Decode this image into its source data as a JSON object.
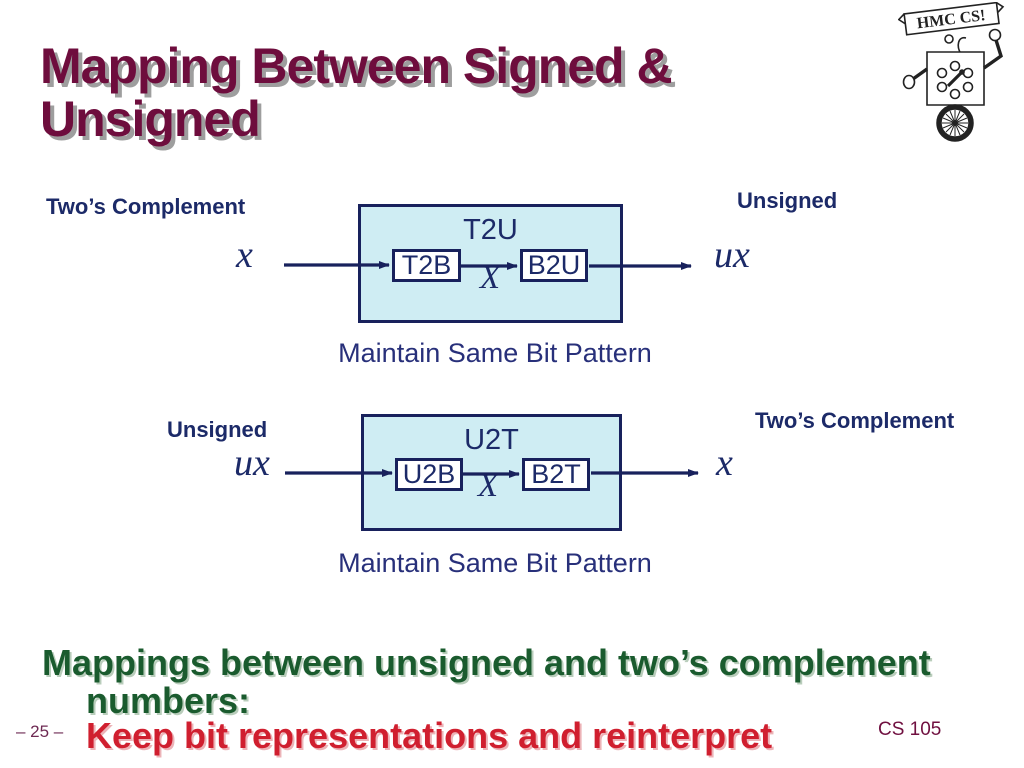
{
  "slide": {
    "title_line1": "Mapping Between Signed &",
    "title_line2": "Unsigned",
    "page_number": "– 25 –",
    "course_label": "CS 105",
    "logo_banner": "HMC CS!"
  },
  "diagrams": [
    {
      "left_label": "Two’s Complement",
      "right_label": "Unsigned",
      "input_var": "x",
      "output_var": "ux",
      "box_title": "T2U",
      "stage1_label": "T2B",
      "stage2_label": "B2U",
      "bits_var": "X",
      "caption": "Maintain Same Bit Pattern"
    },
    {
      "left_label": "Unsigned",
      "right_label": "Two’s Complement",
      "input_var": "ux",
      "output_var": "x",
      "box_title": "U2T",
      "stage1_label": "U2B",
      "stage2_label": "B2T",
      "bits_var": "X",
      "caption": "Maintain Same Bit Pattern"
    }
  ],
  "notes": {
    "heading_line1": "Mappings between unsigned and two’s complement",
    "heading_line2": "numbers:",
    "emphasis": "Keep bit representations and reinterpret"
  },
  "colors": {
    "title_maroon": "#6E0D3D",
    "diagram_navy": "#1C2A68",
    "box_border_navy": "#18215C",
    "box_fill_cyan": "#CFEDF3",
    "note_green": "#1A5B2E",
    "note_red": "#D01F2F",
    "footer_maroon": "#6E2A53"
  }
}
